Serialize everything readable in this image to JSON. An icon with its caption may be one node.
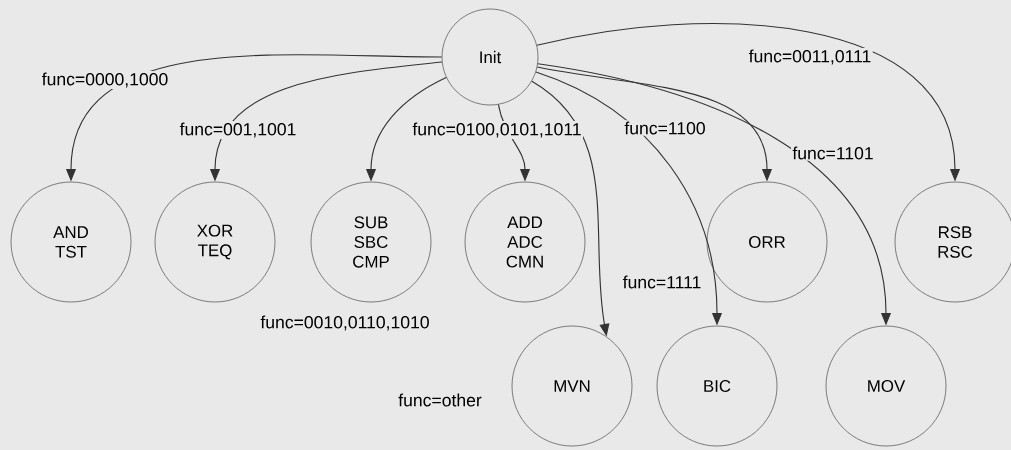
{
  "diagram": {
    "nodes": [
      {
        "text": [
          "Init"
        ]
      },
      {
        "text": [
          "AND TST"
        ]
      },
      {
        "text": [
          "XOR TEQ"
        ]
      },
      {
        "text": [
          "SUB SBC CMP"
        ]
      },
      {
        "text": [
          "ADD ADC CMN"
        ]
      },
      {
        "text": [
          "ORR"
        ]
      },
      {
        "text": [
          "RSB RSC"
        ]
      },
      {
        "text": [
          "MVN"
        ]
      },
      {
        "text": [
          "BIC"
        ]
      },
      {
        "text": [
          "MOV"
        ]
      }
    ],
    "edges": [
      {
        "from": 0,
        "to": 1,
        "arrow": "to",
        "label": "func=0000,1000"
      },
      {
        "from": 0,
        "to": 2,
        "arrow": "to",
        "label": "func=001,1001"
      },
      {
        "from": 0,
        "to": 3,
        "arrow": "to"
      },
      {
        "from": 0,
        "to": 4,
        "arrow": "to",
        "label": "func=0100,0101,1011"
      },
      {
        "from": 0,
        "to": 5,
        "arrow": "to",
        "label": "func=1100"
      },
      {
        "from": 0,
        "to": 6,
        "arrow": "to",
        "label": "func=0011,0111"
      },
      {
        "from": 0,
        "to": 7,
        "arrow": "to",
        "label": "func=1111"
      },
      {
        "from": 0,
        "to": 8,
        "arrow": "to"
      },
      {
        "from": 0,
        "to": 9,
        "arrow": "to",
        "label": "func=1101"
      }
    ],
    "labels": [
      "func=0010,0110,1010",
      "func=other"
    ]
  }
}
